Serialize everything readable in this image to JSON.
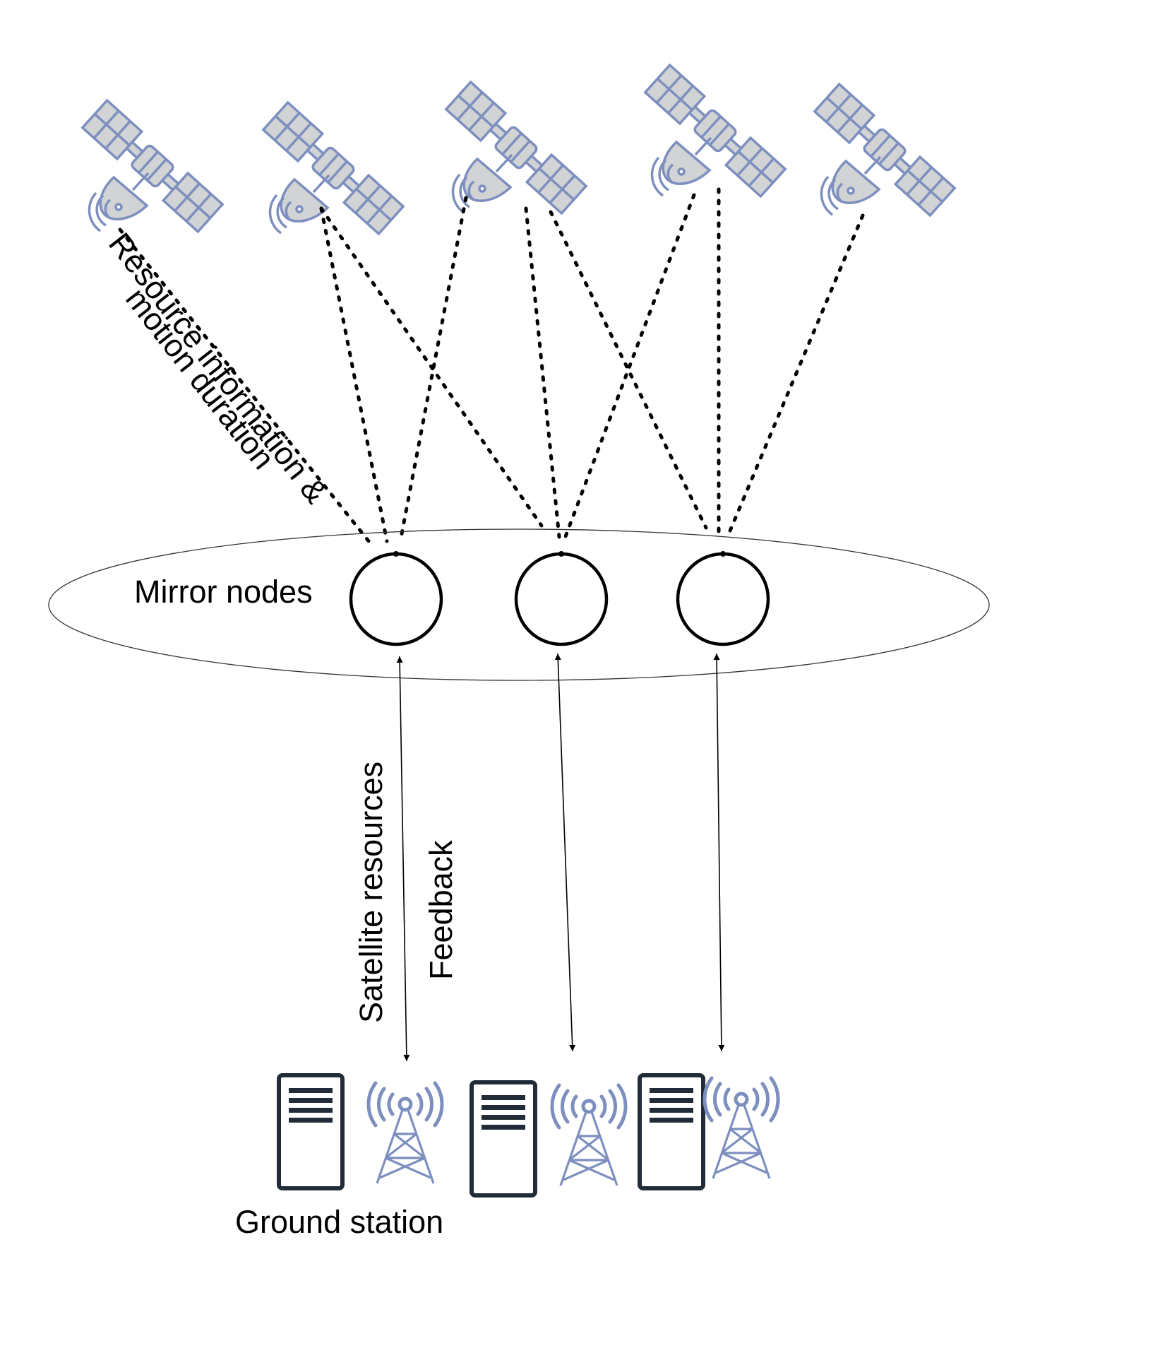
{
  "labels": {
    "mirror_nodes": "Mirror nodes",
    "resource_line1": "Resource information &",
    "resource_line2": "motion duration",
    "satellite_resources": "Satellite resources",
    "feedback": "Feedback",
    "ground_station": "Ground station"
  },
  "icons": {
    "satellite": "satellite-icon",
    "server": "server-icon",
    "tower": "antenna-tower-icon"
  },
  "colors": {
    "icon_blue": "#7d8fbf",
    "panel_fill": "#d1d3d4",
    "server_stroke": "#222b38",
    "line": "#000000"
  }
}
